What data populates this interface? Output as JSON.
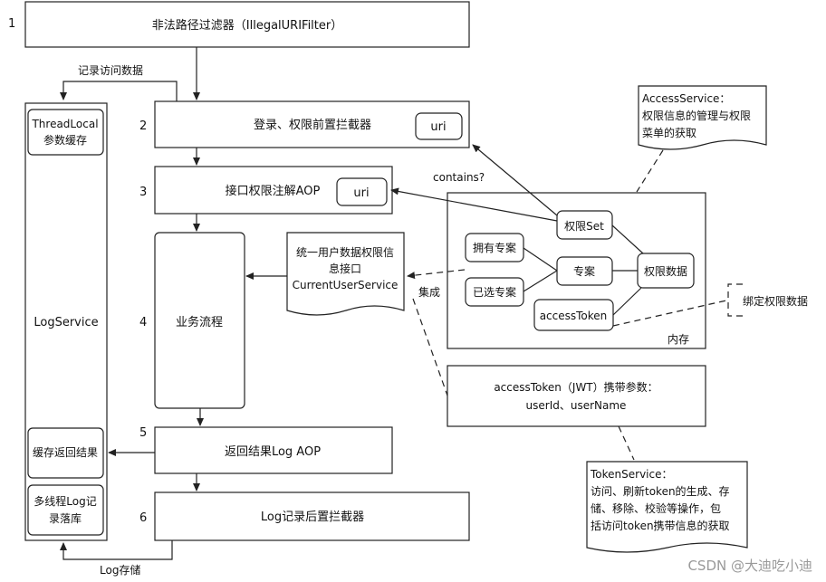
{
  "steps": {
    "s1": "1",
    "s2": "2",
    "s3": "3",
    "s4": "4",
    "s5": "5",
    "s6": "6"
  },
  "boxes": {
    "illegal_filter": "非法路径过滤器（IllegalURIFilter）",
    "login_interceptor": "登录、权限前置拦截器",
    "uri": "uri",
    "aop": "接口权限注解AOP",
    "business": "业务流程",
    "return_aop": "返回结果Log AOP",
    "log_interceptor": "Log记录后置拦截器",
    "log_service": "LogService",
    "threadlocal_1": "ThreadLocal",
    "threadlocal_2": "参数缓存",
    "cache_return": "缓存返回结果",
    "multi_thread_1": "多线程Log记",
    "multi_thread_2": "录落库"
  },
  "labels": {
    "record_access": "记录访问数据",
    "log_store": "Log存储",
    "contains": "contains?",
    "integrate": "集成",
    "memory": "内存",
    "bind_perm": "绑定权限数据"
  },
  "memory": {
    "perm_set": "权限Set",
    "owned": "拥有专案",
    "selected": "已选专案",
    "project": "专案",
    "perm_data": "权限数据",
    "access_token": "accessToken"
  },
  "notes": {
    "access_service_1": "AccessService：",
    "access_service_2": "权限信息的管理与权限",
    "access_service_3": "菜单的获取",
    "current_user_1": "统一用户数据权限信",
    "current_user_2": "息接口",
    "current_user_3": "CurrentUserService",
    "jwt_1": "accessToken（JWT）携带参数：",
    "jwt_2": "userId、userName",
    "token_service_1": "TokenService：",
    "token_service_2": "访问、刷新token的生成、存",
    "token_service_3": "储、移除、校验等操作，包",
    "token_service_4": "括访问token携带信息的获取"
  },
  "watermark": "CSDN @大迪吃小迪"
}
